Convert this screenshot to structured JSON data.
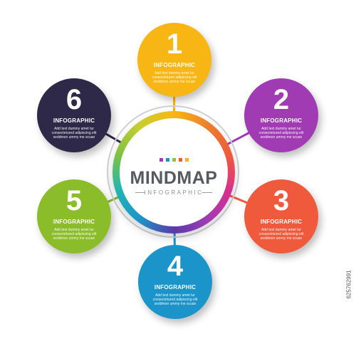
{
  "center": {
    "title": "MINDMAP",
    "subtitle": "INFOGRAPHIC",
    "dot_colors": [
      "#a13bb4",
      "#1a94c9",
      "#8bc34a",
      "#f05a3c",
      "#f8b614"
    ]
  },
  "nodes": [
    {
      "number": "1",
      "title": "INFOGRAPHIC",
      "description": "Add text dummy amet tur consectetured adipiscing elit seddmon ummy me scuan",
      "color": "#f8b614",
      "connector_color": "#f8b614"
    },
    {
      "number": "2",
      "title": "INFOGRAPHIC",
      "description": "Add text dummy amet tur consectetured adipiscing elit seddmon ummy me scuan",
      "color": "#a13bb4",
      "connector_color": "#a13bb4"
    },
    {
      "number": "3",
      "title": "INFOGRAPHIC",
      "description": "Add text dummy amet tur consectetured adipiscing elit seddmon ummy me scuan",
      "color": "#f05a3c",
      "connector_color": "#f05a3c"
    },
    {
      "number": "4",
      "title": "INFOGRAPHIC",
      "description": "Add text dummy amet tur consectetured adipiscing elit seddmon ummy me scuan",
      "color": "#1a94c9",
      "connector_color": "#1a94c9"
    },
    {
      "number": "5",
      "title": "INFOGRAPHIC",
      "description": "Add text dummy amet tur consectetured adipiscing elit seddmon ummy me scuan",
      "color": "#8bbd2a",
      "connector_color": "#8bbd2a"
    },
    {
      "number": "6",
      "title": "INFOGRAPHIC",
      "description": "Add text dummy amet tur consectetured adipiscing elit seddmon ummy me scuan",
      "color": "#2e2849",
      "connector_color": "#2e2849"
    }
  ],
  "watermark": {
    "stock_id": "625762991"
  }
}
